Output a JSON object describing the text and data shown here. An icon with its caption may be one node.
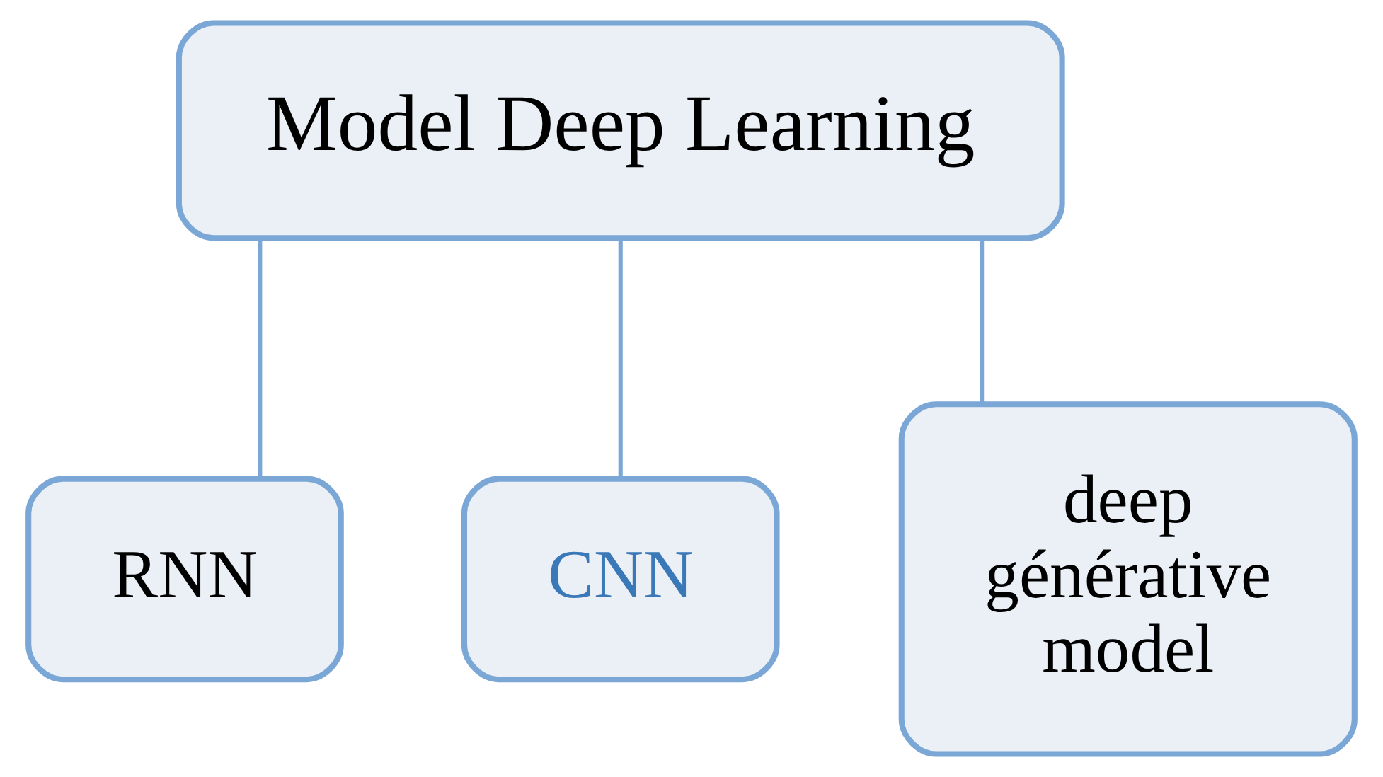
{
  "diagram": {
    "nodes": [
      {
        "text": [
          "Model Deep Learning"
        ]
      },
      {
        "text": [
          "RNN"
        ]
      },
      {
        "text": [
          "CNN"
        ]
      },
      {
        "text": [
          "deep générative model"
        ]
      }
    ],
    "edges": [
      {
        "from": 0,
        "to": 1,
        "arrow": "none"
      },
      {
        "from": 0,
        "to": 2,
        "arrow": "none"
      },
      {
        "from": 0,
        "to": 3,
        "arrow": "none"
      }
    ]
  }
}
